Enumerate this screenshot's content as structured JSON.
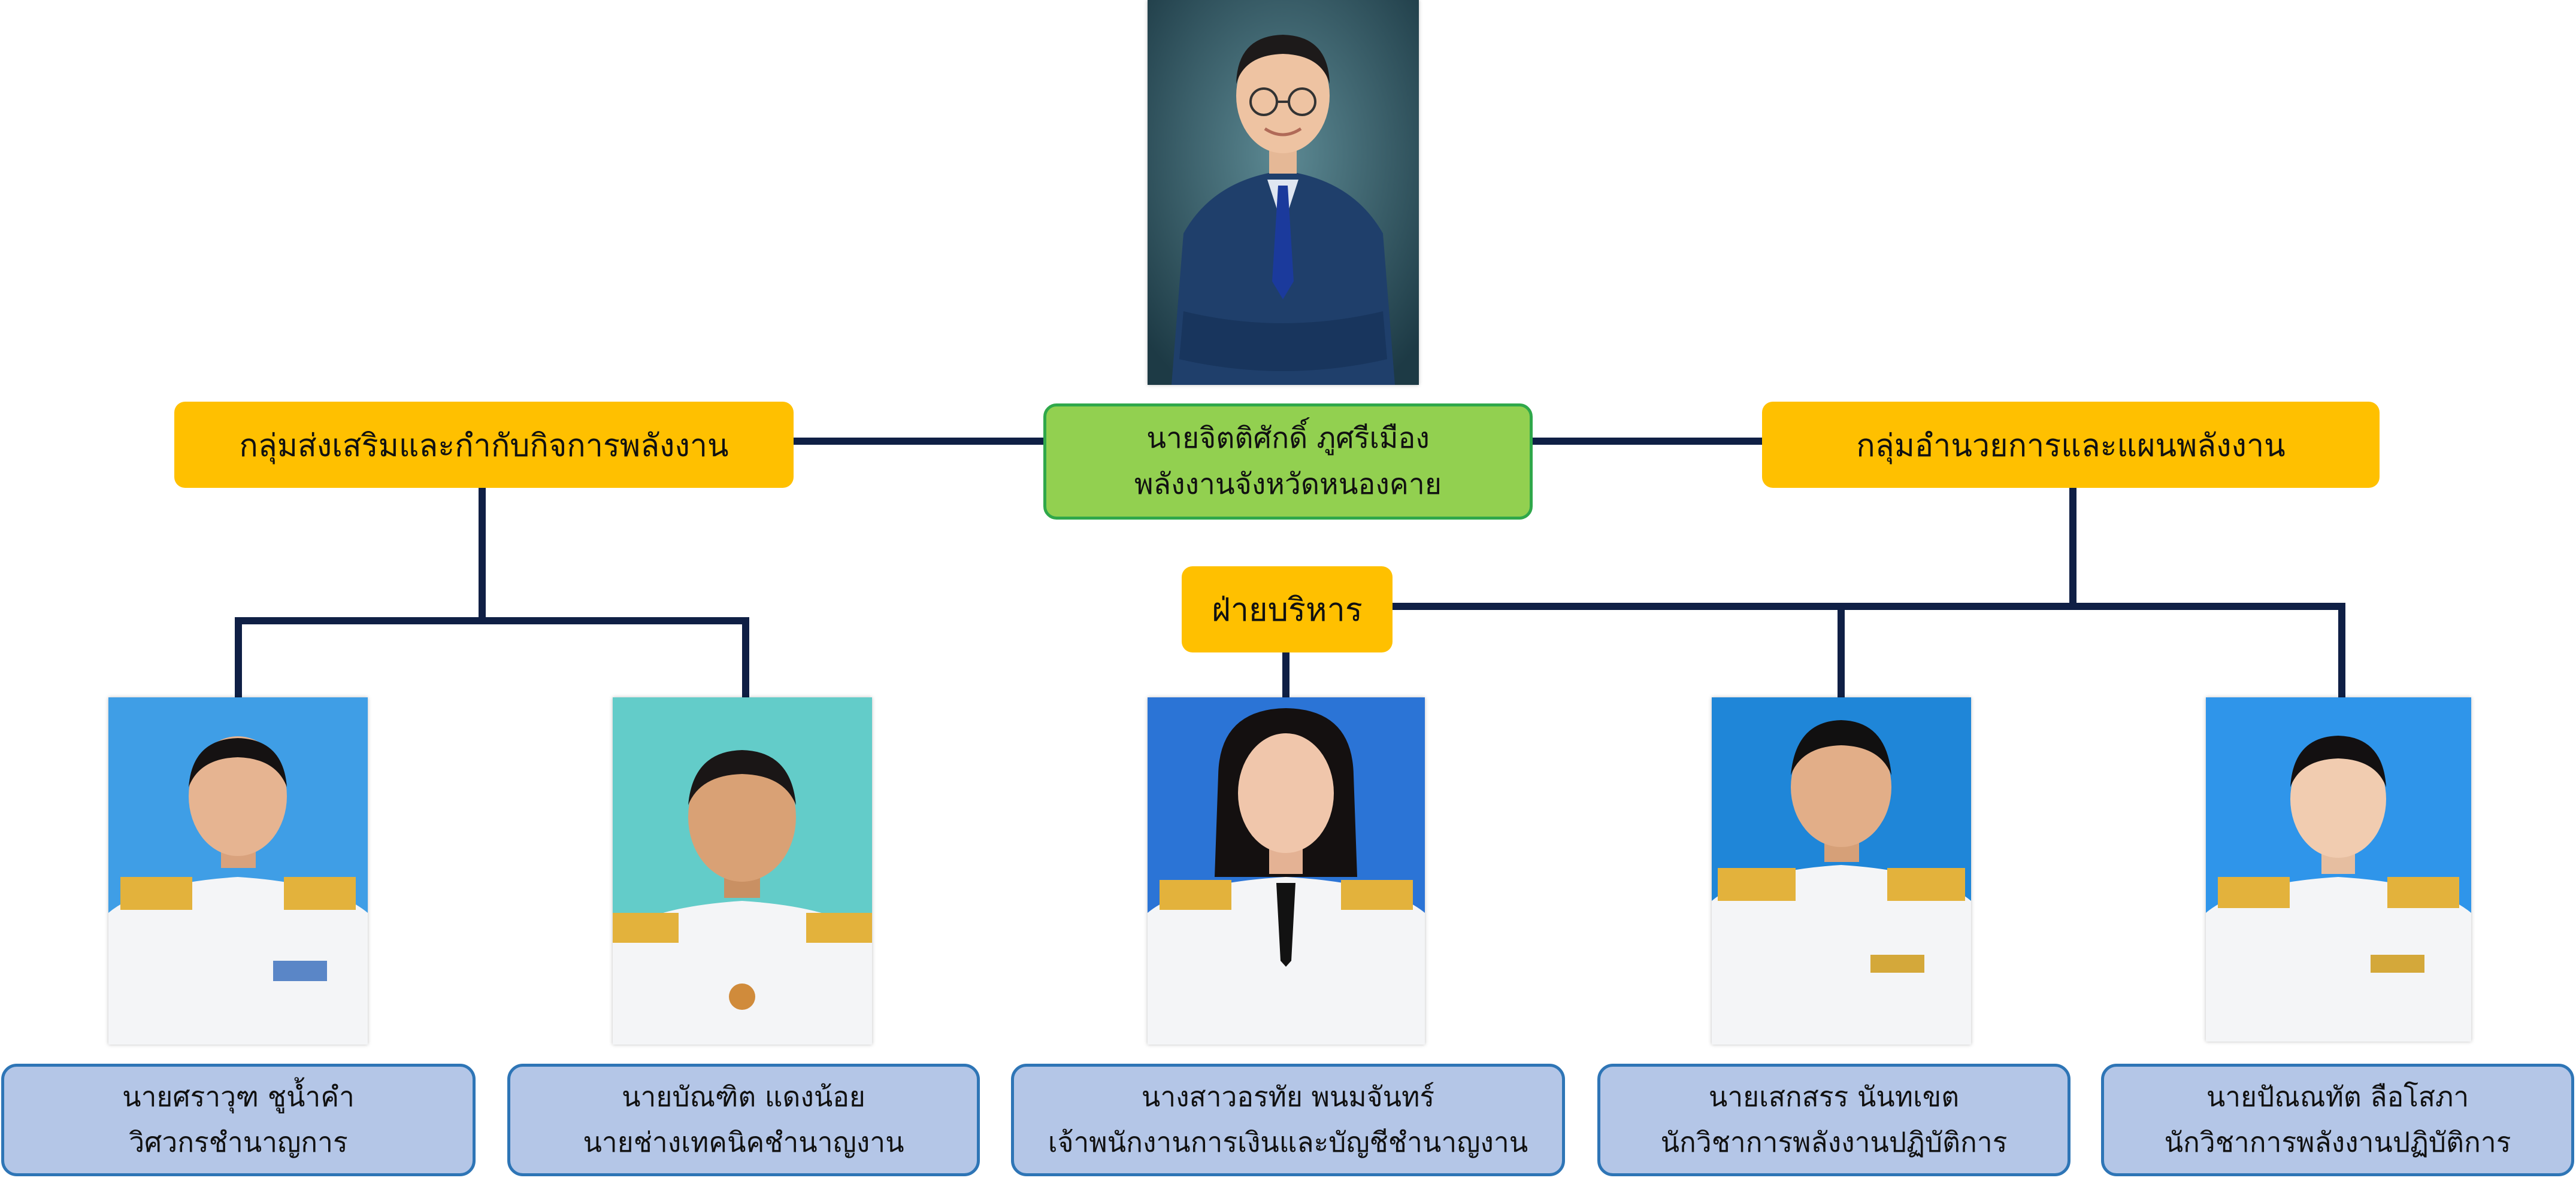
{
  "colors": {
    "group_box": "#ffc000",
    "head_box": "#92d050",
    "head_border": "#2fa84a",
    "staff_box": "#b4c6e7",
    "staff_border": "#2e75b6",
    "connector": "#0f1f45"
  },
  "head": {
    "name": "นายจิตติศักดิ์ ภูศรีเมือง",
    "title": "พลังงานจังหวัดหนองคาย",
    "photo": "director-portrait"
  },
  "groups": {
    "left": {
      "label": "กลุ่มส่งเสริมและกำกับกิจการพลังงาน"
    },
    "right": {
      "label": "กลุ่มอำนวยการและแผนพลังงาน"
    }
  },
  "section": {
    "label": "ฝ่ายบริหาร"
  },
  "staff": [
    {
      "name": "นายศราวุฑ ชูน้ำคำ",
      "title": "วิศวกรชำนาญการ",
      "photo": "staff-portrait"
    },
    {
      "name": "นายบัณฑิต แดงน้อย",
      "title": "นายช่างเทคนิคชำนาญงาน",
      "photo": "staff-portrait"
    },
    {
      "name": "นางสาวอรทัย  พนมจันทร์",
      "title": "เจ้าพนักงานการเงินและบัญชีชำนาญงาน",
      "photo": "staff-portrait"
    },
    {
      "name": "นายเสกสรร นันทเขต",
      "title": "นักวิชาการพลังงานปฏิบัติการ",
      "photo": "staff-portrait"
    },
    {
      "name": "นายปัณณทัต ลือโสภา",
      "title": "นักวิชาการพลังงานปฏิบัติการ",
      "photo": "staff-portrait"
    }
  ]
}
